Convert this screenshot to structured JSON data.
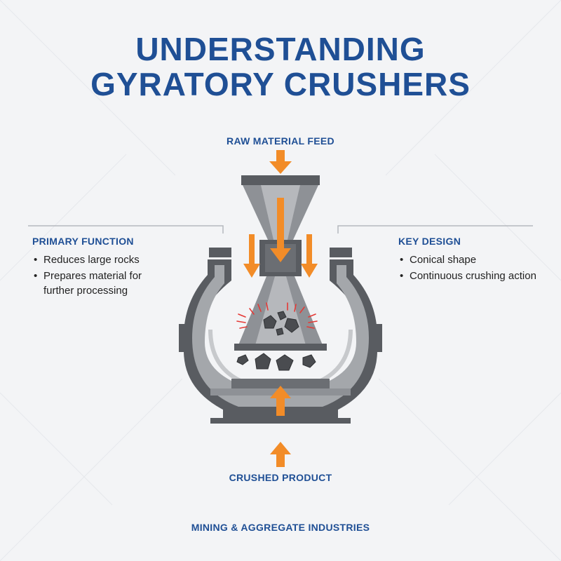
{
  "title": {
    "line1": "UNDERSTANDING",
    "line2": "GYRATORY CRUSHERS"
  },
  "labels": {
    "feed": "RAW MATERIAL FEED",
    "product": "CRUSHED PRODUCT",
    "footer": "MINING & AGGREGATE INDUSTRIES"
  },
  "left_panel": {
    "heading": "PRIMARY FUNCTION",
    "items": [
      "Reduces large rocks",
      "Prepares material for further processing"
    ]
  },
  "right_panel": {
    "heading": "KEY DESIGN",
    "items": [
      "Conical shape",
      "Continuous crushing action"
    ]
  },
  "colors": {
    "title_blue": "#1f4f95",
    "arrow_orange": "#f28c28",
    "steel_dark": "#5a5d62",
    "steel_light": "#a9abaf",
    "spark_red": "#e53935"
  }
}
